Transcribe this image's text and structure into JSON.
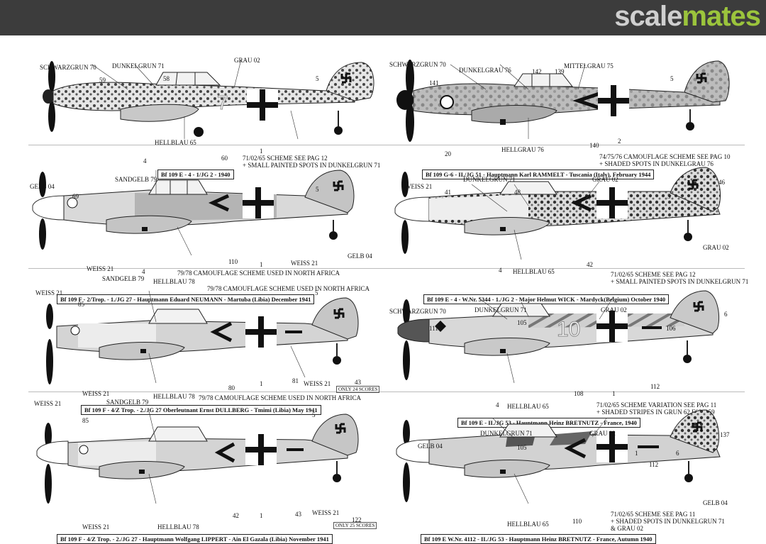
{
  "site": {
    "logo_scale": "scale",
    "logo_mates": "mates"
  },
  "panels": [
    {
      "id": "p1",
      "colors": [
        "SCHWARZGRUN 70",
        "DUNKELGRUN 71",
        "GRAU 02",
        "HELLBLAU 65"
      ],
      "numbers": [
        "59",
        "58",
        "5",
        "4",
        "60",
        "1"
      ],
      "scheme": [
        "71/02/65 SCHEME SEE PAG 12",
        "+ SMALL PAINTED SPOTS IN DUNKELGRUN 71"
      ],
      "caption": "Bf 109 E - 4 - 1/JG 2 - 1940"
    },
    {
      "id": "p2",
      "colors": [
        "SCHWARZGRUN 70",
        "DUNKELGRAU 76",
        "MITTELGRAU 75",
        "HELLGRAU 76"
      ],
      "numbers": [
        "141",
        "142",
        "139",
        "5",
        "20",
        "2",
        "140"
      ],
      "scheme": [
        "74/75/76 CAMOUFLAGE SCHEME SEE PAG 10",
        "+ SHADED SPOTS IN DUNKELGRAU 76"
      ],
      "caption": "Bf 109 G-6 - II./JG 51 - Hauptmann Karl RAMMELT - Tuscania (Italy), February 1944"
    },
    {
      "id": "p3",
      "colors": [
        "GELB 04",
        "SANDGELB 79",
        "WEISS 21",
        "HELLBLAU 78",
        "WEISS 21",
        "GELB 04"
      ],
      "numbers": [
        "69",
        "5",
        "4",
        "110",
        "1"
      ],
      "scheme": [
        "79/78 CAMOUFLAGE SCHEME USED IN NORTH AFRICA"
      ],
      "caption": "Bf 109 F - 2/Trop. - 1./JG 27 - Hauptmann Eduard NEUMANN - Martuba (Libia) December 1941"
    },
    {
      "id": "p4",
      "colors": [
        "WEISS 21",
        "DUNKELGRUN 71",
        "GRAU 02",
        "HELLBLAU 65",
        "GRAU 02"
      ],
      "numbers": [
        "41",
        "48",
        "46",
        "5",
        "4",
        "42"
      ],
      "scheme": [
        "71/02/65 SCHEME SEE PAG 12",
        "+ SMALL PAINTED SPOTS IN DUNKELGRUN 71"
      ],
      "caption": "Bf 109 E - 4 - W.Nr. 5344 - 1./JG 2 - Major Helmut WICK - Mardyck(Belgium) October 1940"
    },
    {
      "id": "p5",
      "colors": [
        "79/78 CAMOUFLAGE SCHEME USED IN NORTH AFRICA",
        "WEISS 21",
        "SANDGELB 79",
        "WEISS 21",
        "HELLBLAU 78",
        "WEISS 21"
      ],
      "numbers": [
        "85",
        "5",
        "80",
        "1",
        "81",
        "43"
      ],
      "note": "ONLY 24 SCORES",
      "caption": "Bf 109 F - 4/Z Trop. - 2./JG 27 Oberleutnant Ernst DULLBERG - Tmimi (Libia) May 1941"
    },
    {
      "id": "p6",
      "colors": [
        "SCHWARZGRUN 70",
        "DUNKELGRUN 71",
        "GRAU 02",
        "HELLBLAU 65"
      ],
      "numbers": [
        "111",
        "105",
        "106",
        "6",
        "108",
        "1",
        "4",
        "112"
      ],
      "scheme": [
        "71/02/65 SCHEME VARIATION SEE PAG 11",
        "+ SHADED STRIPES IN GRUN 62 FS34159"
      ],
      "caption": "Bf 109 E - II./JG 53 - Hauptmann Heinz BRETNUTZ - France, 1940"
    },
    {
      "id": "p7",
      "colors": [
        "79/78 CAMOUFLAGE SCHEME USED IN NORTH AFRICA",
        "WEISS 21",
        "SANDGELB 79",
        "WEISS 21",
        "HELLBLAU 78",
        "WEISS 21"
      ],
      "numbers": [
        "85",
        "5",
        "42",
        "1",
        "43",
        "122"
      ],
      "note": "ONLY 25 SCORES",
      "caption": "Bf 109 F - 4/Z Trop. - 2./JG 27 - Hauptmann Wolfgang LIPPERT - Ain El Gazala (Libia) November 1941"
    },
    {
      "id": "p8",
      "colors": [
        "GELB 04",
        "DUNKELGRUN 71",
        "GRAU 02",
        "HELLBLAU 65",
        "GELB 04"
      ],
      "numbers": [
        "105",
        "1",
        "6",
        "112",
        "137",
        "110"
      ],
      "scheme": [
        "71/02/65 SCHEME SEE PAG 11",
        "+ SHADED SPOTS IN DUNKELGRUN 71",
        "& GRAU 02"
      ],
      "caption": "Bf 109 E W.Nr. 4112 - II./JG 53 - Hauptmann Heinz BRETNUTZ - France, Autumn 1940"
    }
  ]
}
